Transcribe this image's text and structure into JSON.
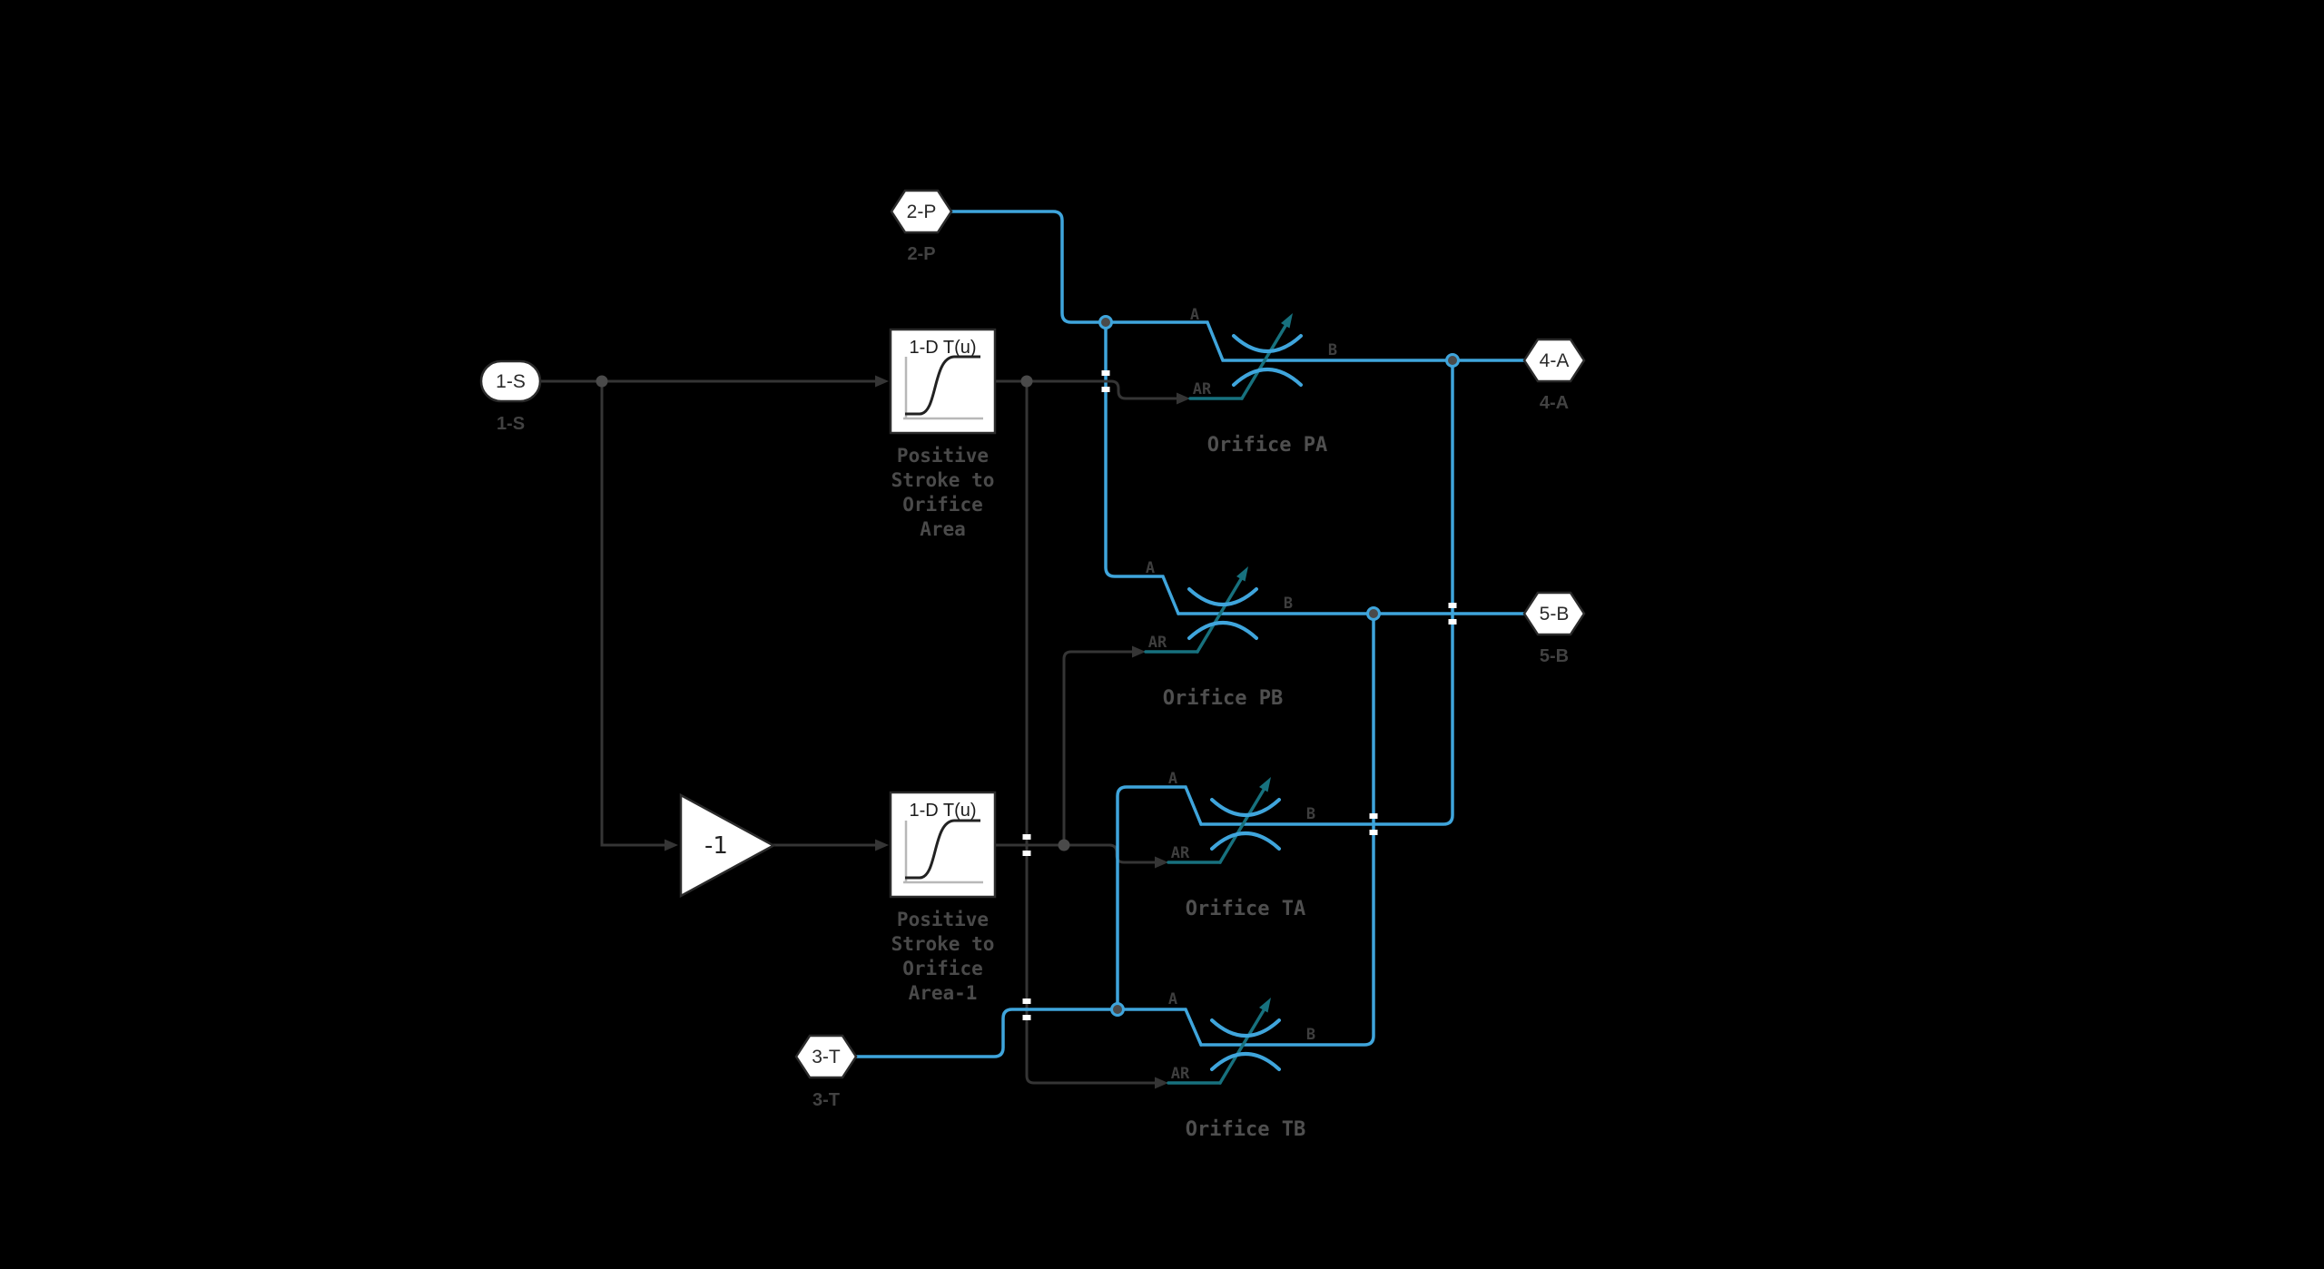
{
  "colors": {
    "background": "#000000",
    "connection_blue": "#3fa5dc",
    "signal_dark": "#353535",
    "control_teal": "#17717e",
    "label_gray": "#4a4a4a",
    "block_fill": "#ffffff",
    "block_border": "#2b2b2b"
  },
  "ports": {
    "s1": {
      "label": "1-S",
      "caption": "1-S"
    },
    "p2": {
      "label": "2-P",
      "caption": "2-P"
    },
    "t3": {
      "label": "3-T",
      "caption": "3-T"
    },
    "a4": {
      "label": "4-A",
      "caption": "4-A"
    },
    "b5": {
      "label": "5-B",
      "caption": "5-B"
    }
  },
  "blocks": {
    "lookup1": {
      "title": "1-D T(u)",
      "caption_lines": [
        "Positive",
        "Stroke to",
        "Orifice",
        "Area"
      ]
    },
    "lookup2": {
      "title": "1-D T(u)",
      "caption_lines": [
        "Positive",
        "Stroke to",
        "Orifice",
        "Area-1"
      ]
    },
    "gain": {
      "label": "-1"
    }
  },
  "orifices": {
    "pa": {
      "name": "Orifice PA",
      "port_a": "A",
      "port_b": "B",
      "port_ar": "AR"
    },
    "pb": {
      "name": "Orifice PB",
      "port_a": "A",
      "port_b": "B",
      "port_ar": "AR"
    },
    "ta": {
      "name": "Orifice TA",
      "port_a": "A",
      "port_b": "B",
      "port_ar": "AR"
    },
    "tb": {
      "name": "Orifice TB",
      "port_a": "A",
      "port_b": "B",
      "port_ar": "AR"
    }
  }
}
